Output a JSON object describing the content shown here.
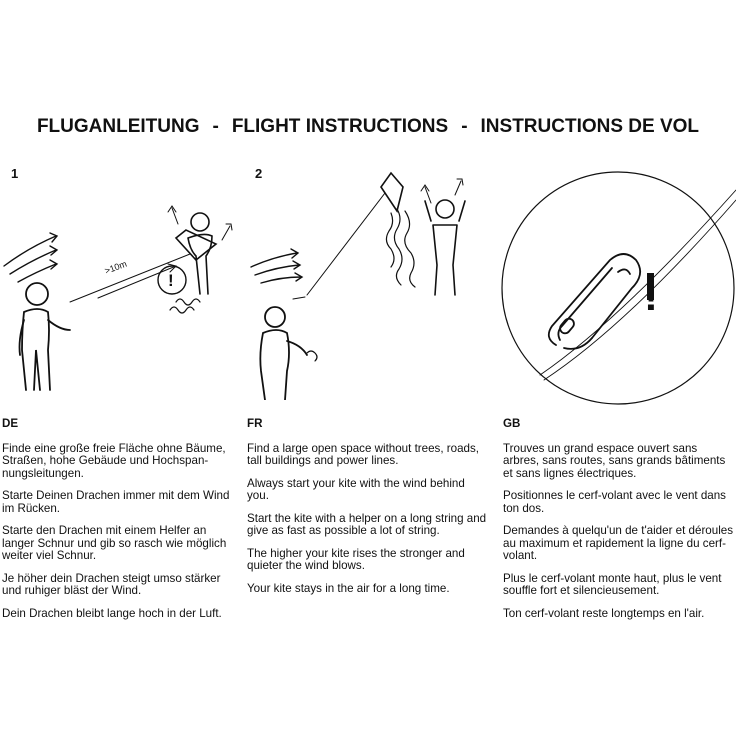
{
  "header": {
    "title_de": "FLUGANLEITUNG",
    "title_en": "FLIGHT INSTRUCTIONS",
    "title_fr": "INSTRUCTIONS DE VOL",
    "separator": "-"
  },
  "steps": [
    {
      "number": "1",
      "distance_label": ">10m",
      "warning_symbol": "!"
    },
    {
      "number": "2"
    }
  ],
  "carabiner_panel": {
    "warning_symbol": "!"
  },
  "columns": [
    {
      "lang": "DE",
      "paragraphs": [
        "Finde eine große freie Fläche ohne Bäume, Straßen, hohe Gebäude und Hochspan-nungsleitungen.",
        "Starte Deinen Drachen immer mit dem Wind im Rücken.",
        "Starte den Drachen mit einem Helfer an langer Schnur und gib so rasch wie möglich weiter viel Schnur.",
        "Je höher dein Drachen steigt umso stärker und ruhiger bläst der Wind.",
        "Dein Drachen bleibt lange hoch in der Luft."
      ]
    },
    {
      "lang": "FR",
      "paragraphs": [
        "Find a large open space without trees, roads, tall buildings and power lines.",
        "Always start your kite with the wind behind you.",
        "Start the kite with a helper on a long string and give as fast as possible a lot of string.",
        "The higher your kite rises the stronger and quieter the wind blows.",
        "Your kite stays in the air for a long time."
      ]
    },
    {
      "lang": "GB",
      "paragraphs": [
        "Trouves un grand espace ouvert sans arbres, sans routes, sans grands bâtiments et sans lignes électriques.",
        "Positionnes le cerf-volant avec le vent dans ton dos.",
        "Demandes à quelqu'un de t'aider et déroules au maximum et rapidement la ligne du cerf-volant.",
        "Plus le cerf-volant monte haut, plus le vent souffle fort et silencieusement.",
        "Ton cerf-volant reste longtemps en l'air."
      ]
    }
  ]
}
